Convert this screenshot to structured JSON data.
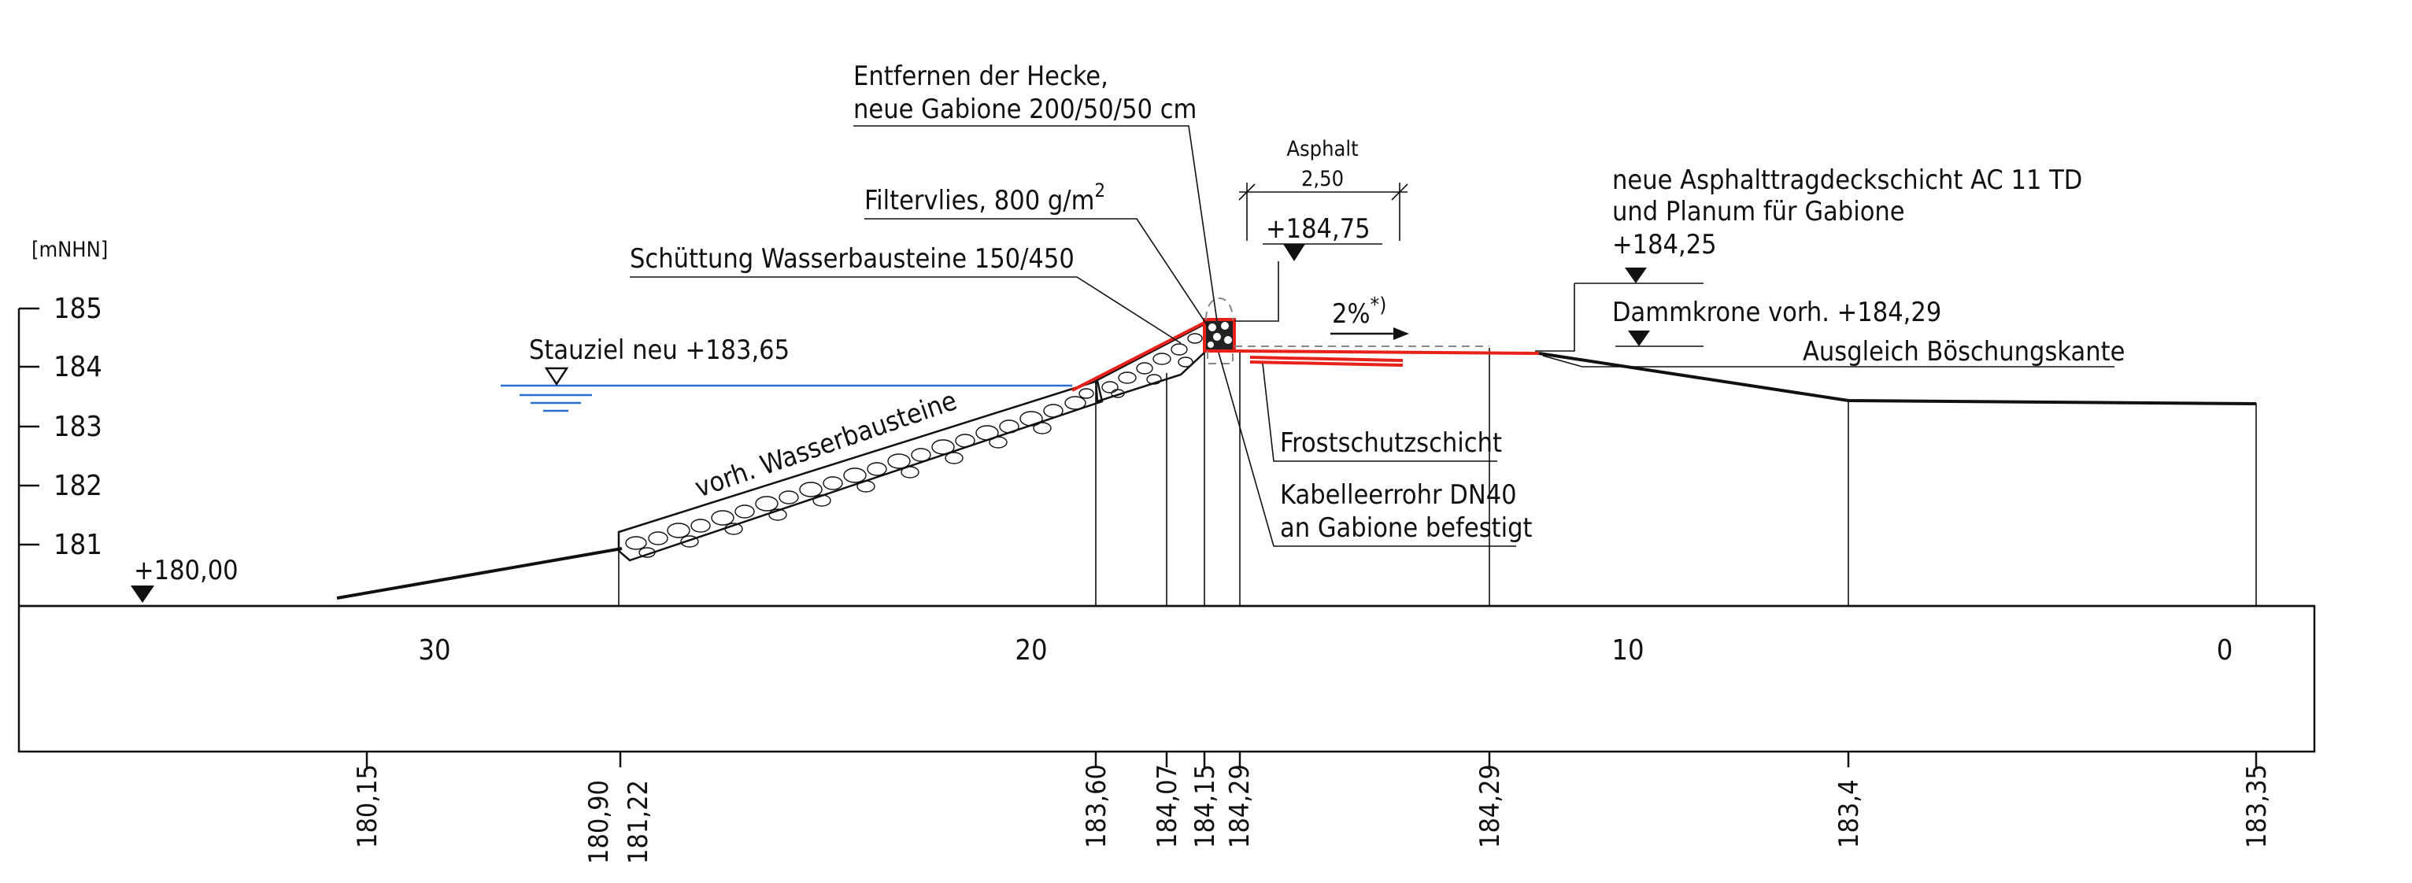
{
  "unit_label": "[mNHN]",
  "elevation_ticks": [
    "185",
    "184",
    "183",
    "182",
    "181"
  ],
  "station_ticks": [
    "30",
    "20",
    "10",
    "0"
  ],
  "bottom_elevations": [
    "180,15",
    "180,90",
    "181,22",
    "183,60",
    "184,07",
    "184,15",
    "184,29",
    "184,29",
    "183,4",
    "183,35"
  ],
  "labels": {
    "hecke_line1": "Entfernen der Hecke,",
    "hecke_line2": "neue Gabione 200/50/50 cm",
    "filtervlies": "Filtervlies, 800 g/m",
    "filtervlies_sup": "2",
    "schuettung": "Schüttung Wasserbausteine 150/450",
    "stauziel": "Stauziel neu +183,65",
    "vorh_wasserbausteine": "vorh. Wasserbausteine",
    "asphalt": "Asphalt",
    "asphalt_width": "2,50",
    "level_18475": "+184,75",
    "slope": "2%",
    "slope_note": "*)",
    "asphalt_new_line1": "neue Asphalttragdeckschicht AC 11 TD",
    "asphalt_new_line2": "und Planum für Gabione",
    "level_18425": "+184,25",
    "dammkrone": "Dammkrone vorh. +184,29",
    "ausgleich": "Ausgleich Böschungskante",
    "frostschutz": "Frostschutzschicht",
    "kabel_line1": "Kabelleerrohr DN40",
    "kabel_line2": "an Gabione befestigt",
    "level_18000": "+180,00"
  },
  "colors": {
    "new_construction": "#e8211b",
    "water": "#2a6fd6",
    "lines": "#111111"
  }
}
